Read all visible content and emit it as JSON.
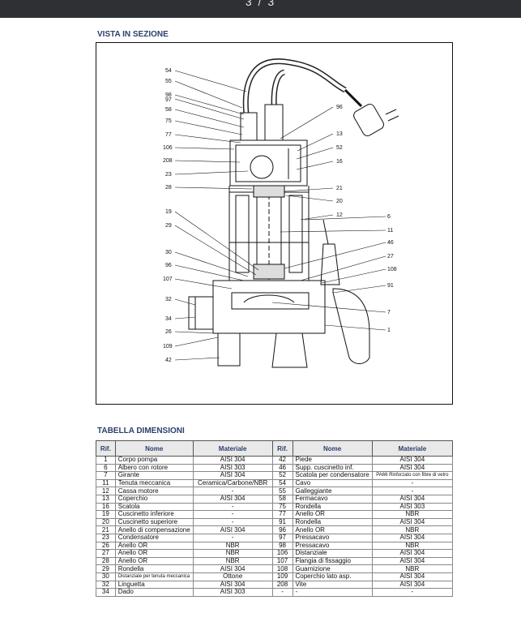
{
  "viewer": {
    "page_indicator": "3 / 3"
  },
  "section_view": {
    "title": "VISTA IN SEZIONE",
    "callouts_left": [
      "54",
      "55",
      "98",
      "97",
      "58",
      "75",
      "77",
      "106",
      "208",
      "23",
      "28",
      "19",
      "29",
      "30",
      "96",
      "107",
      "32",
      "34",
      "26",
      "109",
      "42"
    ],
    "callouts_right": [
      "96",
      "13",
      "52",
      "16",
      "21",
      "20",
      "12",
      "6",
      "11",
      "46",
      "27",
      "108",
      "91",
      "7",
      "1"
    ]
  },
  "dimension_table": {
    "title": "TABELLA DIMENSIONI",
    "headers": {
      "rif": "Rif.",
      "nome": "Nome",
      "materiale": "Materiale"
    },
    "rows": [
      {
        "r1": "1",
        "n1": "Corpo pompa",
        "m1": "AISI 304",
        "r2": "42",
        "n2": "Piede",
        "m2": "AISI 304"
      },
      {
        "r1": "6",
        "n1": "Albero con rotore",
        "m1": "AISI 303",
        "r2": "46",
        "n2": "Supp. cuscinetto inf.",
        "m2": "AISI 304"
      },
      {
        "r1": "7",
        "n1": "Girante",
        "m1": "AISI 304",
        "r2": "52",
        "n2": "Scatola per condensatore",
        "m2": "PA66 Rinforzato con fibre di vetro"
      },
      {
        "r1": "11",
        "n1": "Tenuta meccanica",
        "m1": "Ceramica/Carbone/NBR",
        "r2": "54",
        "n2": "Cavo",
        "m2": "-"
      },
      {
        "r1": "12",
        "n1": "Cassa motore",
        "m1": "-",
        "r2": "55",
        "n2": "Galleggiante",
        "m2": "-"
      },
      {
        "r1": "13",
        "n1": "Coperchio",
        "m1": "AISI 304",
        "r2": "58",
        "n2": "Fermacavo",
        "m2": "AISI 304"
      },
      {
        "r1": "16",
        "n1": "Scatola",
        "m1": "-",
        "r2": "75",
        "n2": "Rondella",
        "m2": "AISI 303"
      },
      {
        "r1": "19",
        "n1": "Cuscinetto inferiore",
        "m1": "-",
        "r2": "77",
        "n2": "Anello OR",
        "m2": "NBR"
      },
      {
        "r1": "20",
        "n1": "Cuscinetto superiore",
        "m1": "-",
        "r2": "91",
        "n2": "Rondella",
        "m2": "AISI 304"
      },
      {
        "r1": "21",
        "n1": "Anello di compensazione",
        "m1": "AISI 304",
        "r2": "96",
        "n2": "Anello OR",
        "m2": "NBR"
      },
      {
        "r1": "23",
        "n1": "Condensatore",
        "m1": "-",
        "r2": "97",
        "n2": "Pressacavo",
        "m2": "AISI 304"
      },
      {
        "r1": "26",
        "n1": "Anello OR",
        "m1": "NBR",
        "r2": "98",
        "n2": "Pressacavo",
        "m2": "NBR"
      },
      {
        "r1": "27",
        "n1": "Anello OR",
        "m1": "NBR",
        "r2": "106",
        "n2": "Distanziale",
        "m2": "AISI 304"
      },
      {
        "r1": "28",
        "n1": "Anello OR",
        "m1": "NBR",
        "r2": "107",
        "n2": "Flangia di fissaggio",
        "m2": "AISI 304"
      },
      {
        "r1": "29",
        "n1": "Rondella",
        "m1": "AISI 304",
        "r2": "108",
        "n2": "Guarnizione",
        "m2": "NBR"
      },
      {
        "r1": "30",
        "n1": "Distanziale per tenuta meccanica",
        "m1": "Ottone",
        "r2": "109",
        "n2": "Coperchio lato asp.",
        "m2": "AISI 304"
      },
      {
        "r1": "32",
        "n1": "Linguetta",
        "m1": "AISI 304",
        "r2": "208",
        "n2": "Vite",
        "m2": "AISI 304"
      },
      {
        "r1": "34",
        "n1": "Dado",
        "m1": "AISI 303",
        "r2": "-",
        "n2": "-",
        "m2": "-"
      }
    ]
  }
}
